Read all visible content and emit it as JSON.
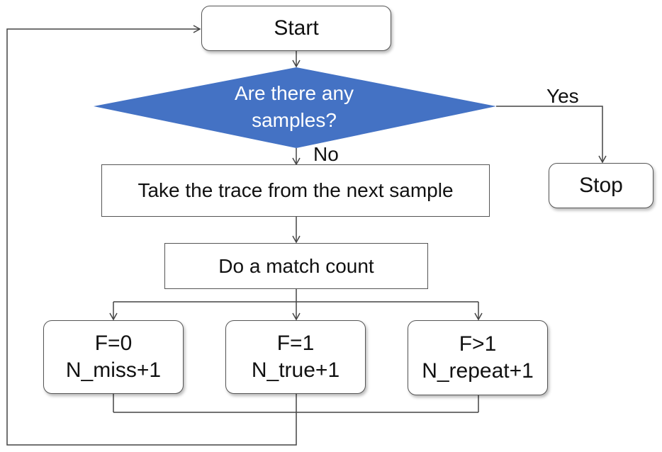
{
  "nodes": {
    "start": "Start",
    "decision_line1": "Are there any",
    "decision_line2": "samples?",
    "take_trace": "Take the trace from the next sample",
    "match_count": "Do a match count",
    "stop": "Stop",
    "f0": {
      "condition": "F=0",
      "action": "N_miss+1"
    },
    "f1": {
      "condition": "F=1",
      "action": "N_true+1"
    },
    "fgt1": {
      "condition": "F>1",
      "action": "N_repeat+1"
    }
  },
  "edges": {
    "yes": "Yes",
    "no": "No"
  },
  "colors": {
    "decision_fill": "#4472C4",
    "line": "#444444"
  }
}
